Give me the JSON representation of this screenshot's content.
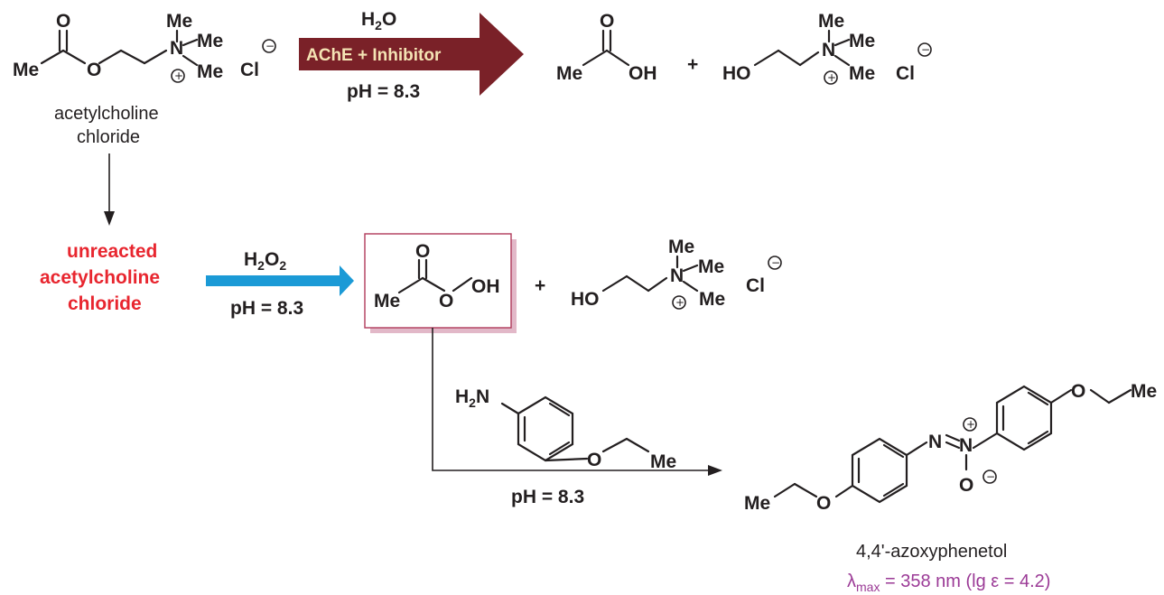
{
  "colors": {
    "ink": "#231f20",
    "red_label": "#e8262f",
    "arrow_maroon": "#7a2128",
    "arrow_label_text": "#f4e3b4",
    "arrow_blue": "#1b9ad6",
    "box_border": "#b03a5a",
    "box_shadow": "#e2b8c8",
    "lambda_text": "#9b3a96"
  },
  "reaction1": {
    "reagent_h2o": "H",
    "reagent_h2o_sub": "2",
    "reagent_h2o_tail": "O",
    "arrow_label": "AChE + Inhibitor",
    "condition": "pH = 8.3"
  },
  "reaction2": {
    "reagent_h2o2_h": "H",
    "reagent_h2o2_sub1": "2",
    "reagent_h2o2_o": "O",
    "reagent_h2o2_sub2": "2",
    "condition": "pH = 8.3"
  },
  "reaction3": {
    "condition": "pH = 8.3"
  },
  "labels": {
    "ach_name_line1": "acetylcholine",
    "ach_name_line2": "chloride",
    "unreacted_line1": "unreacted",
    "unreacted_line2": "acetylcholine",
    "unreacted_line3": "chloride",
    "product_name": "4,4'-azoxyphenetol",
    "lambda_symbol": "λ",
    "lambda_sub": "max",
    "lambda_value": " = 358 nm (lg ε = 4.2)"
  },
  "atoms": {
    "O": "O",
    "Me": "Me",
    "N": "N",
    "Cl": "Cl",
    "OH": "OH",
    "HO": "HO",
    "H2N_H": "H",
    "H2N_sub": "2",
    "H2N_N": "N",
    "plus_sign": "+",
    "positive": "+",
    "negative": "−"
  }
}
